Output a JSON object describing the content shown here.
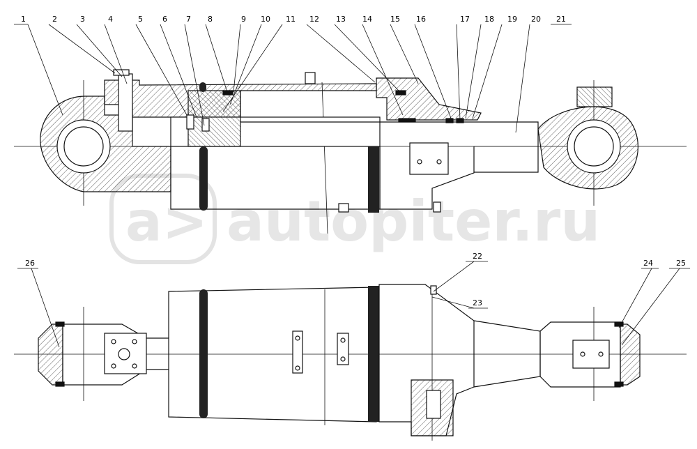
{
  "watermark": {
    "logo_glyph": "a>",
    "text": "autopiter.ru",
    "color": "#e6e6e6"
  },
  "colors": {
    "line": "#111111",
    "hatch": "#333333",
    "seal": "#222222",
    "paper": "#ffffff"
  },
  "top_view_callouts": [
    "1",
    "2",
    "3",
    "4",
    "5",
    "6",
    "7",
    "8",
    "9",
    "10",
    "11",
    "12",
    "13",
    "14",
    "15",
    "16",
    "17",
    "18",
    "19",
    "20",
    "21"
  ],
  "bottom_view_callouts": [
    "22",
    "23",
    "24",
    "25",
    "26"
  ]
}
